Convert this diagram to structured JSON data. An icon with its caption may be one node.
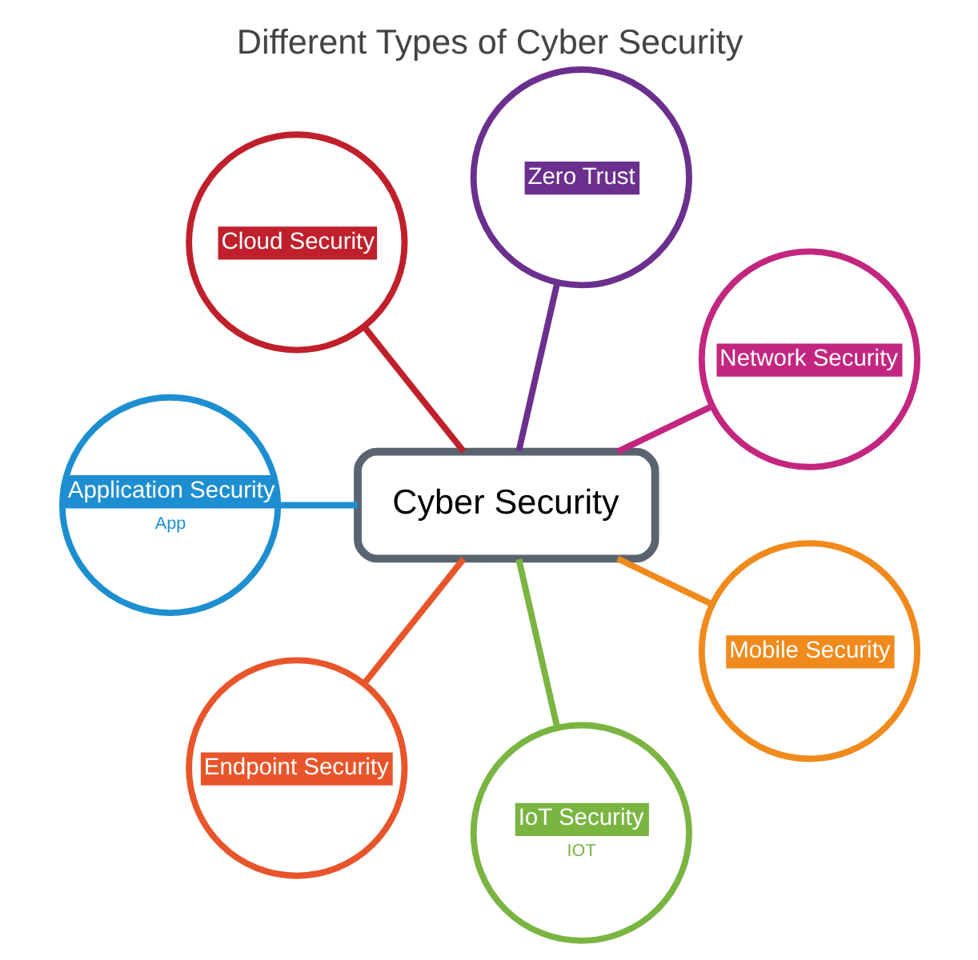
{
  "diagram": {
    "title": "Different Types of Cyber Security",
    "nodes": [
      {
        "text": [
          "Network Security"
        ]
      },
      {
        "text": [
          "Zero Trust"
        ]
      },
      {
        "text": [
          "Cloud Security"
        ]
      },
      {
        "text": [
          "Cyber Security"
        ]
      },
      {
        "text": [
          "Application Security",
          "App"
        ]
      },
      {
        "text": [
          "Endpoint Security"
        ]
      },
      {
        "text": [
          "IoT Security",
          "IOT"
        ]
      },
      {
        "text": [
          "Mobile Security"
        ]
      }
    ],
    "edges": [
      {
        "from": 3,
        "to": 0,
        "arrow": "none",
        "color": "#c2267f"
      },
      {
        "from": 3,
        "to": 2,
        "arrow": "none",
        "color": "#c0202b"
      },
      {
        "from": 3,
        "to": 5,
        "arrow": "none",
        "color": "#e8552a"
      },
      {
        "from": 3,
        "to": 7,
        "arrow": "none",
        "color": "#f08a1c"
      },
      {
        "from": 3,
        "to": 6,
        "arrow": "none",
        "color": "#7ab542"
      },
      {
        "from": 3,
        "to": 4,
        "arrow": "none",
        "color": "#1d8fd0"
      },
      {
        "from": 3,
        "to": 1,
        "arrow": "none",
        "color": "#6b2f8e"
      }
    ]
  }
}
